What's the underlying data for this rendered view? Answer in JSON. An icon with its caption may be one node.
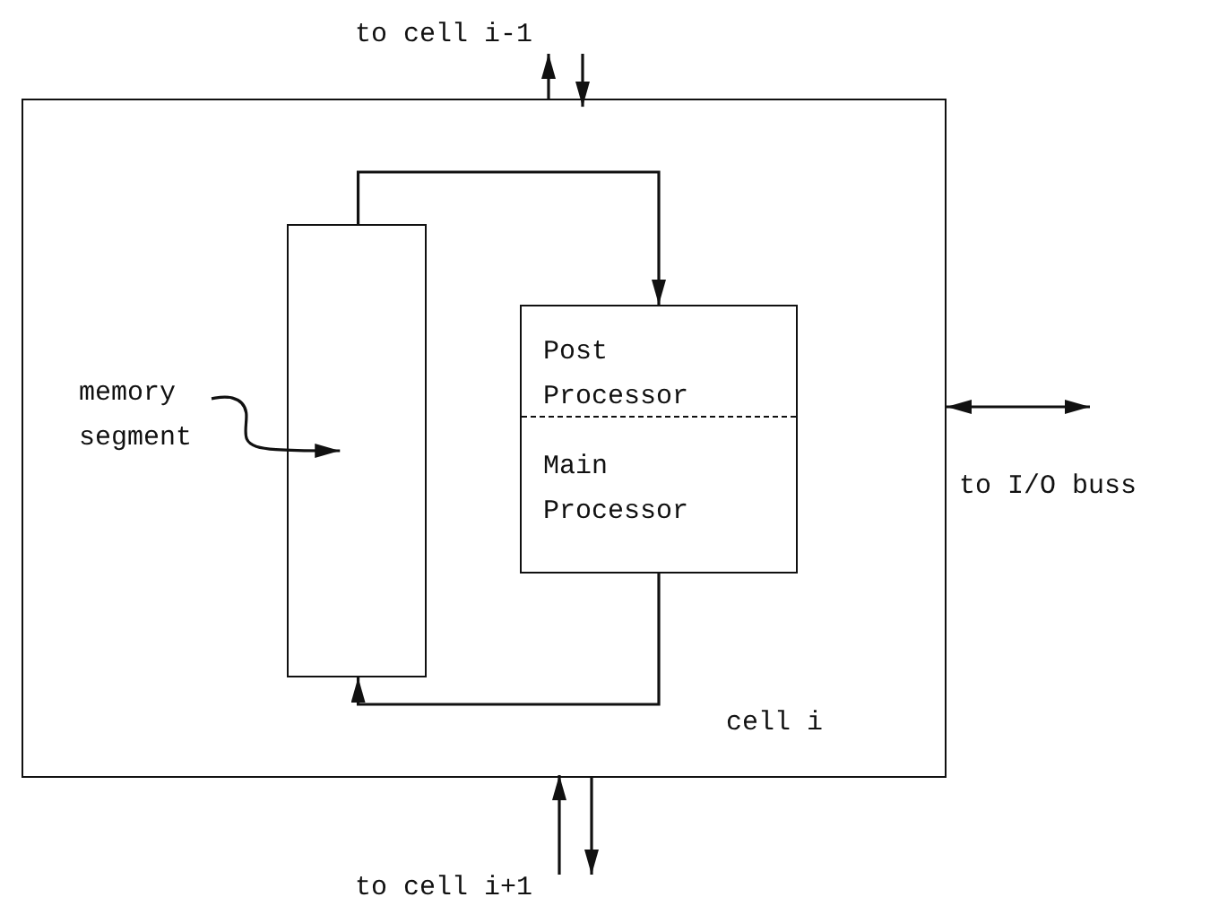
{
  "diagram": {
    "nodes": [
      {
        "text": [
          "cell i"
        ]
      },
      {
        "text": [],
        "shape": "box",
        "in": 0
      },
      {
        "text": [
          "Post Processor",
          "Main Processor"
        ],
        "in": 0
      },
      {
        "text": [
          "memory segment"
        ],
        "in": 0
      },
      {
        "text": [
          "to cell i-1"
        ]
      },
      {
        "text": [
          "to cell i+1"
        ]
      }
    ],
    "edges": [
      {
        "from": 1,
        "to": 2,
        "arrow": "to"
      },
      {
        "from": 2,
        "to": 1,
        "arrow": "to"
      },
      {
        "from": 3,
        "to": 1,
        "arrow": "to"
      },
      {
        "from": 0,
        "to": 4,
        "arrow": "to"
      },
      {
        "from": 4,
        "to": 0,
        "arrow": "to"
      },
      {
        "from": 0,
        "to": 5,
        "arrow": "to"
      },
      {
        "from": 5,
        "to": 0,
        "arrow": "to"
      },
      {
        "from": 0,
        "to": null,
        "arrow": "both"
      }
    ],
    "labels": [
      "to I/O buss"
    ]
  }
}
